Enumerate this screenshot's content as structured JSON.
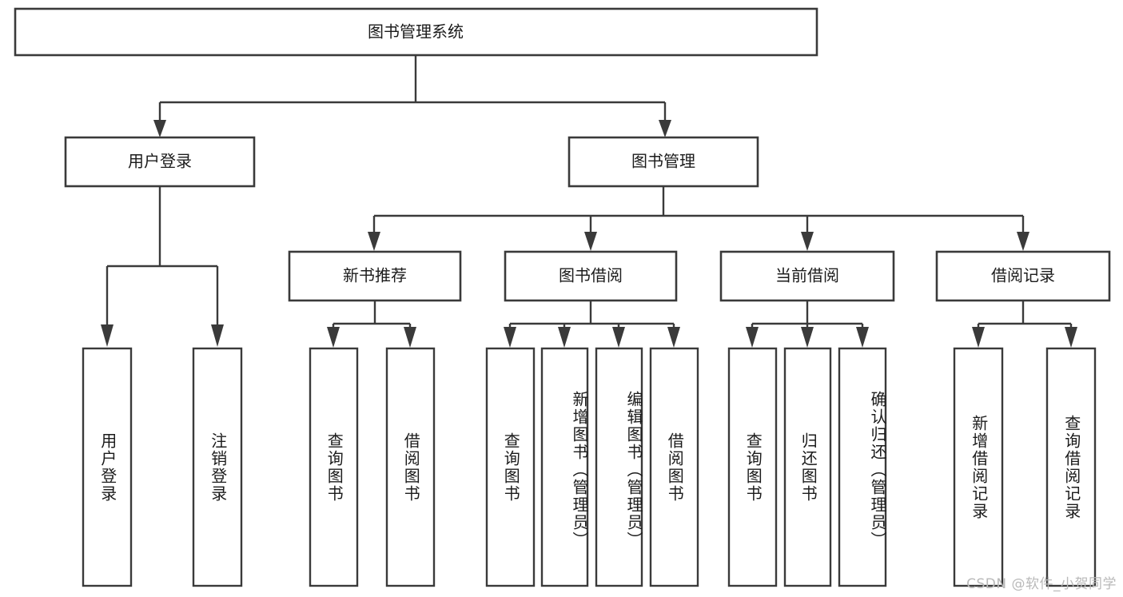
{
  "diagram": {
    "type": "tree",
    "orientation": "top-down",
    "title": "图书管理系统",
    "watermark": "CSDN @软件_小贺同学",
    "colors": {
      "background": "#ffffff",
      "stroke": "#3a3a3a",
      "text": "#1b1b1b",
      "watermark": "#b9b9b9"
    },
    "nodes": {
      "root": {
        "label": "图书管理系统",
        "level": 1
      },
      "l2": [
        {
          "id": "user-login",
          "label": "用户登录",
          "level": 2
        },
        {
          "id": "book-manage",
          "label": "图书管理",
          "level": 2
        }
      ],
      "l3": [
        {
          "id": "new-book-recommend",
          "label": "新书推荐",
          "level": 3
        },
        {
          "id": "book-borrow",
          "label": "图书借阅",
          "level": 3
        },
        {
          "id": "current-borrow",
          "label": "当前借阅",
          "level": 3
        },
        {
          "id": "borrow-record",
          "label": "借阅记录",
          "level": 3
        }
      ],
      "leaves": {
        "user-login": [
          {
            "id": "leaf-user-login",
            "label": "用户登录"
          },
          {
            "id": "leaf-logout",
            "label": "注销登录"
          }
        ],
        "new-book-recommend": [
          {
            "id": "leaf-query-book-1",
            "label": "查询图书"
          },
          {
            "id": "leaf-borrow-book-1",
            "label": "借阅图书"
          }
        ],
        "book-borrow": [
          {
            "id": "leaf-query-book-2",
            "label": "查询图书"
          },
          {
            "id": "leaf-add-book",
            "label": "新增图书（管理员）"
          },
          {
            "id": "leaf-edit-book",
            "label": "编辑图书（管理员）"
          },
          {
            "id": "leaf-borrow-book-2",
            "label": "借阅图书"
          }
        ],
        "current-borrow": [
          {
            "id": "leaf-query-book-3",
            "label": "查询图书"
          },
          {
            "id": "leaf-return-book",
            "label": "归还图书"
          },
          {
            "id": "leaf-confirm-return",
            "label": "确认归还（管理员）"
          }
        ],
        "borrow-record": [
          {
            "id": "leaf-add-record",
            "label": "新增借阅记录"
          },
          {
            "id": "leaf-query-record",
            "label": "查询借阅记录"
          }
        ]
      }
    }
  }
}
